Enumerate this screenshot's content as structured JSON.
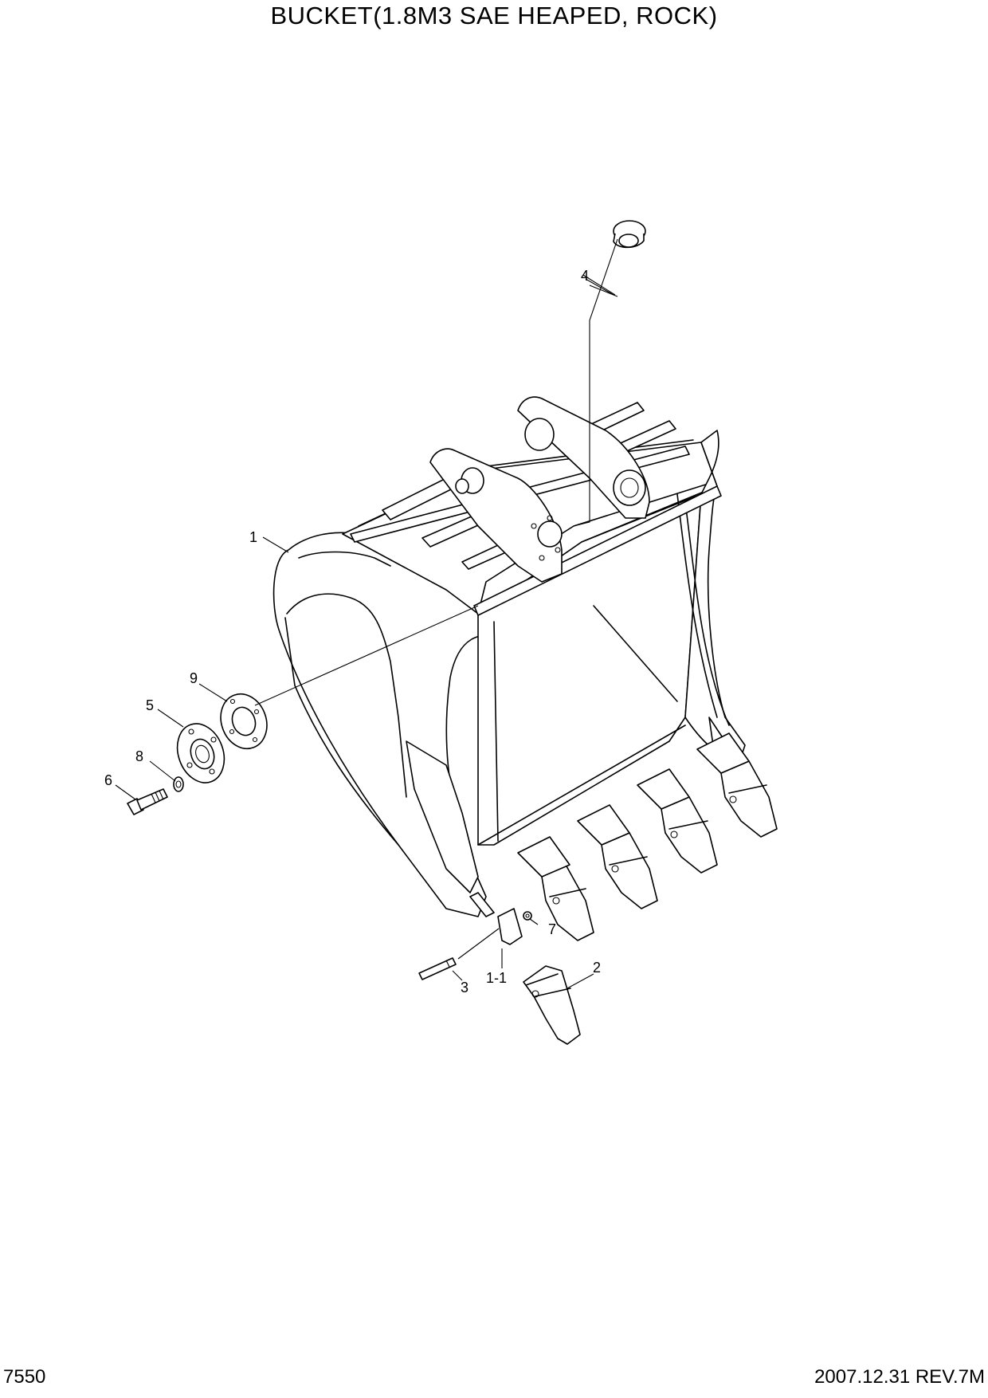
{
  "title": "BUCKET(1.8M3 SAE HEAPED, ROCK)",
  "footer": {
    "page_code": "7550",
    "date_rev": "2007.12.31  REV.7M"
  },
  "callouts": {
    "c1": "1",
    "c1_1": "1-1",
    "c2": "2",
    "c3": "3",
    "c4": "4",
    "c5": "5",
    "c6": "6",
    "c7": "7",
    "c8": "8",
    "c9": "9"
  }
}
